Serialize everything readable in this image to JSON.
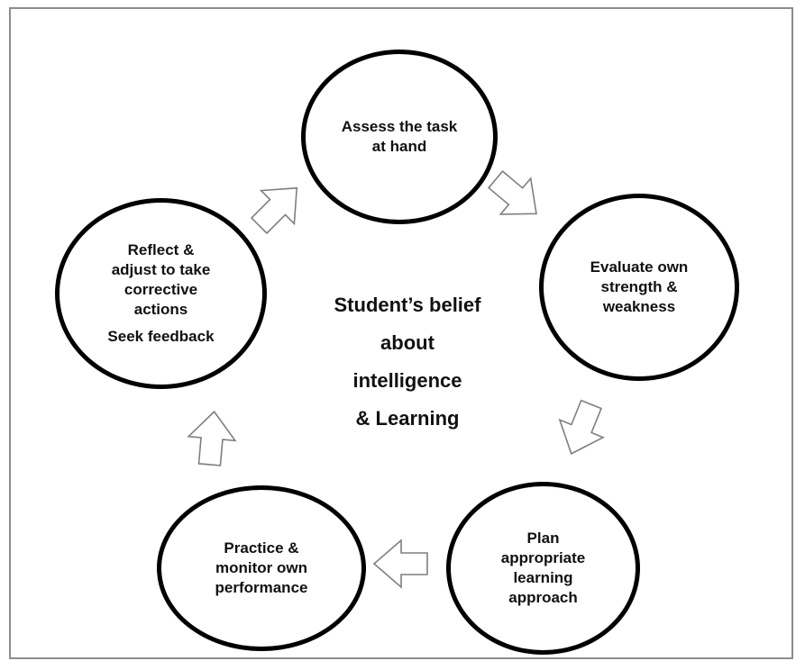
{
  "diagram": {
    "center_label": {
      "lines": [
        "Student’s belief",
        "about",
        "intelligence",
        "& Learning"
      ]
    },
    "nodes": [
      {
        "id": "assess",
        "lines": [
          "Assess the task",
          "at hand"
        ]
      },
      {
        "id": "evaluate",
        "lines": [
          "Evaluate own",
          "strength &",
          "weakness"
        ]
      },
      {
        "id": "plan",
        "lines": [
          "Plan",
          "appropriate",
          "learning",
          "approach"
        ]
      },
      {
        "id": "practice",
        "lines": [
          "Practice &",
          "monitor own",
          "performance"
        ]
      },
      {
        "id": "reflect",
        "lines": [
          "Reflect &",
          "adjust to take",
          "corrective",
          "actions"
        ],
        "extra": "Seek feedback"
      }
    ],
    "colors": {
      "circle_border": "#000000",
      "arrow_stroke": "#7f7f7f",
      "frame_border": "#8c8c8c",
      "text": "#111111"
    }
  }
}
